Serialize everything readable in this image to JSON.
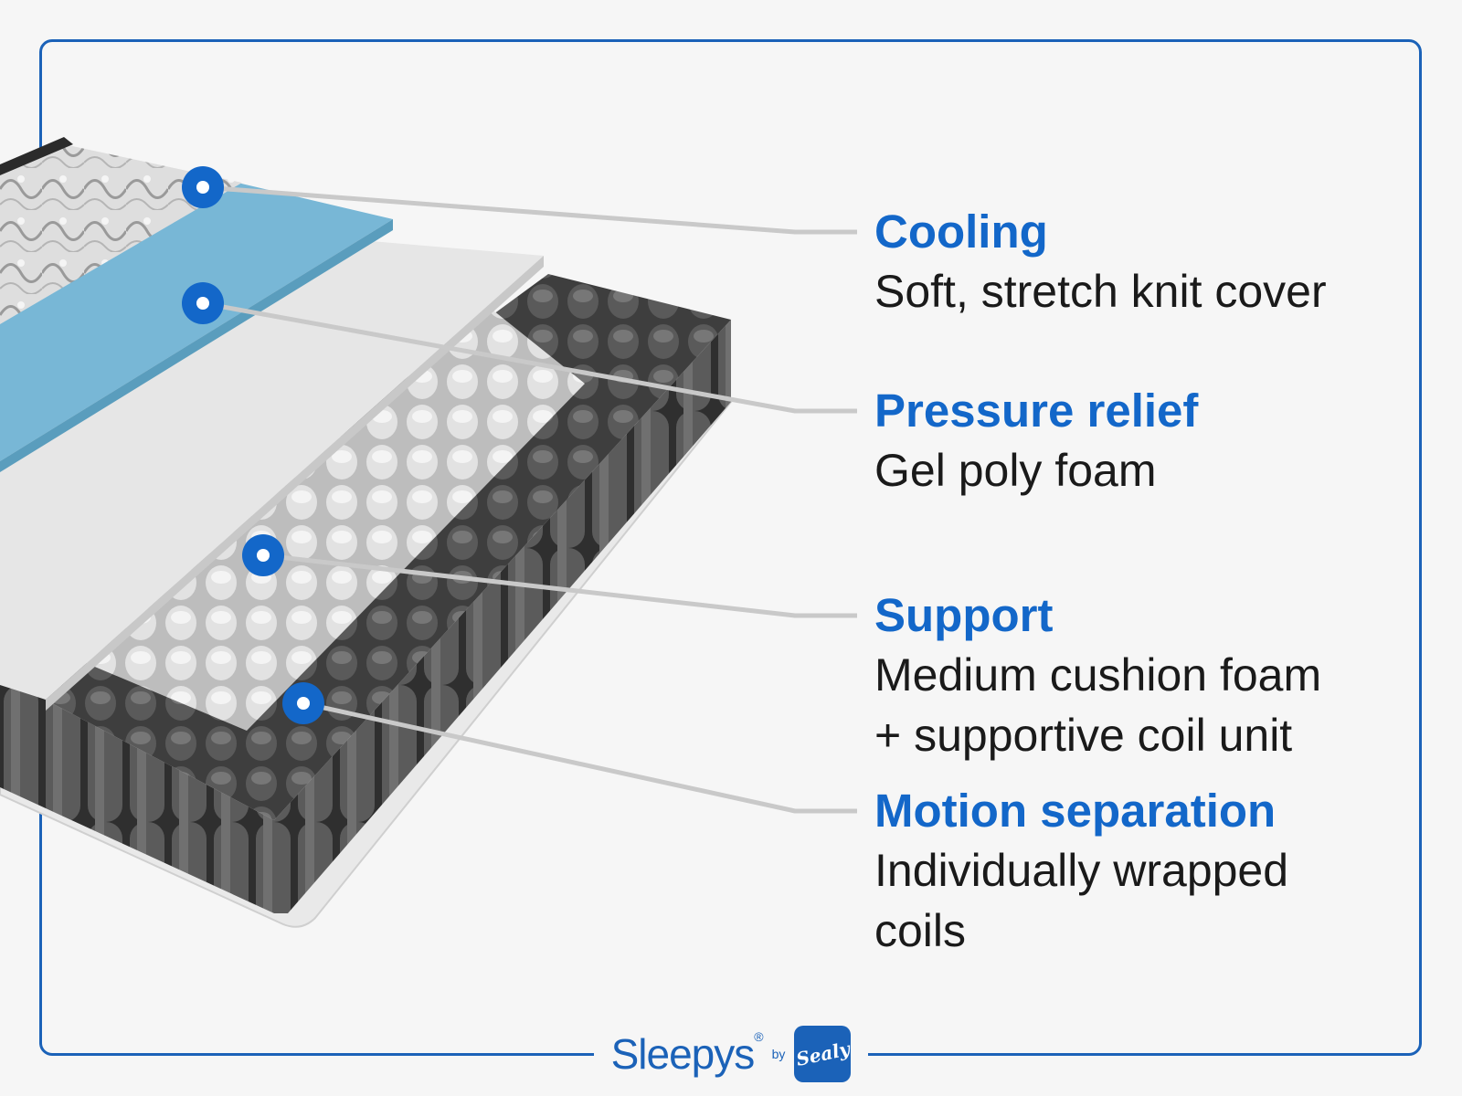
{
  "colors": {
    "accent": "#1367c9",
    "frame": "#1b62b8",
    "background": "#f6f6f6",
    "gel_foam": "#74b5d4",
    "foam": "#e3e3e3",
    "coil_dark": "#4a4a4a",
    "coil_light": "#dcdcdc"
  },
  "features": [
    {
      "title": "Cooling",
      "desc_lines": [
        "Soft, stretch knit cover"
      ]
    },
    {
      "title": "Pressure relief",
      "desc_lines": [
        "Gel poly foam"
      ]
    },
    {
      "title": "Support",
      "desc_lines": [
        "Medium cushion foam",
        "+ supportive coil unit"
      ]
    },
    {
      "title": "Motion separation",
      "desc_lines": [
        "Individually wrapped",
        "coils"
      ]
    }
  ],
  "brand": {
    "name": "Sleepys",
    "registered": "®",
    "by": "by",
    "partner": "Sealy"
  }
}
